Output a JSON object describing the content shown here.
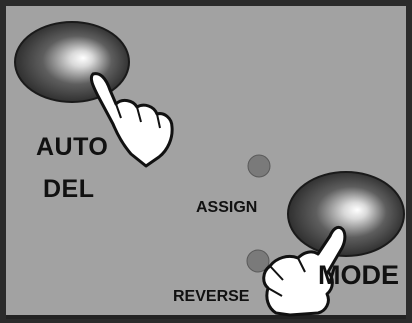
{
  "panel": {
    "background_color": "#a2a2a2",
    "frame_color": "#2b2b2b"
  },
  "buttons": {
    "auto_del": {
      "label_line1": "AUTO",
      "label_line2": "DEL",
      "state": "pressed"
    },
    "mode": {
      "label": "MODE",
      "state": "pressed"
    }
  },
  "indicators": {
    "assign": {
      "label": "ASSIGN",
      "led_color": "#7a7a7a"
    },
    "reverse": {
      "label": "REVERSE",
      "led_color": "#7a7a7a"
    }
  },
  "icons": [
    "pointing-hand-icon",
    "pointing-hand-icon"
  ]
}
